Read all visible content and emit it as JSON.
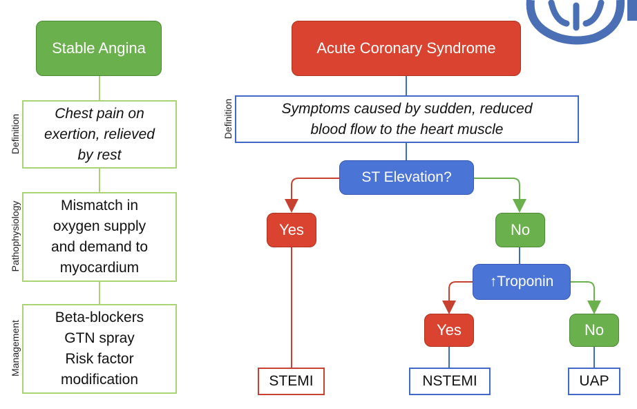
{
  "stable": {
    "title": "Stable Angina",
    "definition": "Chest pain on\nexertion, relieved\nby rest",
    "pathophysiology": "Mismatch in\noxygen supply\nand demand to\nmyocardium",
    "management": "Beta-blockers\nGTN spray\nRisk factor\nmodification"
  },
  "side_labels": {
    "definition": "Definition",
    "pathophysiology": "Pathophysiology",
    "management": "Management",
    "acs_definition": "Definition"
  },
  "acs": {
    "title": "Acute Coronary Syndrome",
    "definition": "Symptoms caused by sudden, reduced\nblood flow to the heart muscle",
    "st_question": "ST Elevation?",
    "yes": "Yes",
    "no": "No",
    "troponin": "↑Troponin",
    "trop_yes": "Yes",
    "trop_no": "No",
    "stemi": "STEMI",
    "nstemi": "NSTEMI",
    "uap": "UAP"
  },
  "colors": {
    "green": "#6ab04c",
    "red": "#d9432f",
    "blue": "#4a74d6",
    "light_green_border": "#a9d476",
    "logo": "#4a6fb5"
  },
  "logo": {
    "icon": "hands-logo-icon"
  }
}
